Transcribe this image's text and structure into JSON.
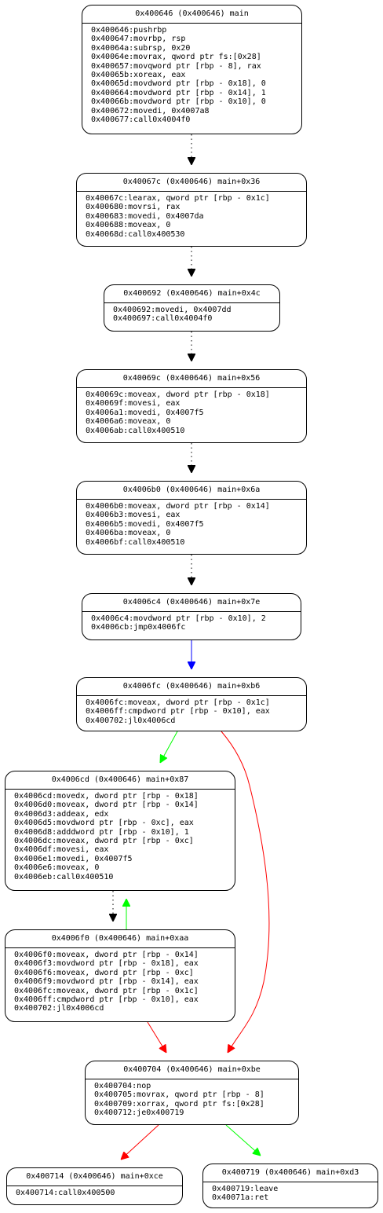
{
  "graph": {
    "colors": {
      "default": "#000000",
      "jump": "#0000ff",
      "true": "#00ff00",
      "false": "#ff0000"
    },
    "blocks": [
      {
        "id": "b400646",
        "header": "0x400646 (0x400646) main",
        "lines": [
          "0x400646:pushrbp",
          "0x400647:movrbp, rsp",
          "0x40064a:subrsp, 0x20",
          "0x40064e:movrax, qword ptr fs:[0x28]",
          "0x400657:movqword ptr [rbp - 8], rax",
          "0x40065b:xoreax, eax",
          "0x40065d:movdword ptr [rbp - 0x18], 0",
          "0x400664:movdword ptr [rbp - 0x14], 1",
          "0x40066b:movdword ptr [rbp - 0x10], 0",
          "0x400672:movedi, 0x4007a8",
          "0x400677:call0x4004f0"
        ]
      },
      {
        "id": "b40067c",
        "header": "0x40067c (0x400646) main+0x36",
        "lines": [
          "0x40067c:learax, qword ptr [rbp - 0x1c]",
          "0x400680:movrsi, rax",
          "0x400683:movedi, 0x4007da",
          "0x400688:moveax, 0",
          "0x40068d:call0x400530"
        ]
      },
      {
        "id": "b400692",
        "header": "0x400692 (0x400646) main+0x4c",
        "lines": [
          "0x400692:movedi, 0x4007dd",
          "0x400697:call0x4004f0"
        ]
      },
      {
        "id": "b40069c",
        "header": "0x40069c (0x400646) main+0x56",
        "lines": [
          "0x40069c:moveax, dword ptr [rbp - 0x18]",
          "0x40069f:movesi, eax",
          "0x4006a1:movedi, 0x4007f5",
          "0x4006a6:moveax, 0",
          "0x4006ab:call0x400510"
        ]
      },
      {
        "id": "b4006b0",
        "header": "0x4006b0 (0x400646) main+0x6a",
        "lines": [
          "0x4006b0:moveax, dword ptr [rbp - 0x14]",
          "0x4006b3:movesi, eax",
          "0x4006b5:movedi, 0x4007f5",
          "0x4006ba:moveax, 0",
          "0x4006bf:call0x400510"
        ]
      },
      {
        "id": "b4006c4",
        "header": "0x4006c4 (0x400646) main+0x7e",
        "lines": [
          "0x4006c4:movdword ptr [rbp - 0x10], 2",
          "0x4006cb:jmp0x4006fc"
        ]
      },
      {
        "id": "b4006fc",
        "header": "0x4006fc (0x400646) main+0xb6",
        "lines": [
          "0x4006fc:moveax, dword ptr [rbp - 0x1c]",
          "0x4006ff:cmpdword ptr [rbp - 0x10], eax",
          "0x400702:jl0x4006cd"
        ]
      },
      {
        "id": "b4006cd",
        "header": "0x4006cd (0x400646) main+0x87",
        "lines": [
          "0x4006cd:movedx, dword ptr [rbp - 0x18]",
          "0x4006d0:moveax, dword ptr [rbp - 0x14]",
          "0x4006d3:addeax, edx",
          "0x4006d5:movdword ptr [rbp - 0xc], eax",
          "0x4006d8:adddword ptr [rbp - 0x10], 1",
          "0x4006dc:moveax, dword ptr [rbp - 0xc]",
          "0x4006df:movesi, eax",
          "0x4006e1:movedi, 0x4007f5",
          "0x4006e6:moveax, 0",
          "0x4006eb:call0x400510"
        ]
      },
      {
        "id": "b4006f0",
        "header": "0x4006f0 (0x400646) main+0xaa",
        "lines": [
          "0x4006f0:moveax, dword ptr [rbp - 0x14]",
          "0x4006f3:movdword ptr [rbp - 0x18], eax",
          "0x4006f6:moveax, dword ptr [rbp - 0xc]",
          "0x4006f9:movdword ptr [rbp - 0x14], eax",
          "0x4006fc:moveax, dword ptr [rbp - 0x1c]",
          "0x4006ff:cmpdword ptr [rbp - 0x10], eax",
          "0x400702:jl0x4006cd"
        ]
      },
      {
        "id": "b400704",
        "header": "0x400704 (0x400646) main+0xbe",
        "lines": [
          "0x400704:nop",
          "0x400705:movrax, qword ptr [rbp - 8]",
          "0x400709:xorrax, qword ptr fs:[0x28]",
          "0x400712:je0x400719"
        ]
      },
      {
        "id": "b400714",
        "header": "0x400714 (0x400646) main+0xce",
        "lines": [
          "0x400714:call0x400500"
        ]
      },
      {
        "id": "b400719",
        "header": "0x400719 (0x400646) main+0xd3",
        "lines": [
          "0x400719:leave",
          "0x40071a:ret"
        ]
      }
    ],
    "edges": [
      {
        "from": "b400646",
        "to": "b40067c",
        "kind": "default",
        "style": "dotted"
      },
      {
        "from": "b40067c",
        "to": "b400692",
        "kind": "default",
        "style": "dotted"
      },
      {
        "from": "b400692",
        "to": "b40069c",
        "kind": "default",
        "style": "dotted"
      },
      {
        "from": "b40069c",
        "to": "b4006b0",
        "kind": "default",
        "style": "dotted"
      },
      {
        "from": "b4006b0",
        "to": "b4006c4",
        "kind": "default",
        "style": "dotted"
      },
      {
        "from": "b4006c4",
        "to": "b4006fc",
        "kind": "jump",
        "style": "solid"
      },
      {
        "from": "b4006fc",
        "to": "b4006cd",
        "kind": "true",
        "style": "solid"
      },
      {
        "from": "b4006fc",
        "to": "b400704",
        "kind": "false",
        "style": "solid"
      },
      {
        "from": "b4006cd",
        "to": "b4006f0",
        "kind": "default",
        "style": "dotted"
      },
      {
        "from": "b4006f0",
        "to": "b4006cd",
        "kind": "true",
        "style": "solid"
      },
      {
        "from": "b4006f0",
        "to": "b400704",
        "kind": "false",
        "style": "solid"
      },
      {
        "from": "b400704",
        "to": "b400714",
        "kind": "false",
        "style": "solid"
      },
      {
        "from": "b400704",
        "to": "b400719",
        "kind": "true",
        "style": "solid"
      }
    ]
  }
}
